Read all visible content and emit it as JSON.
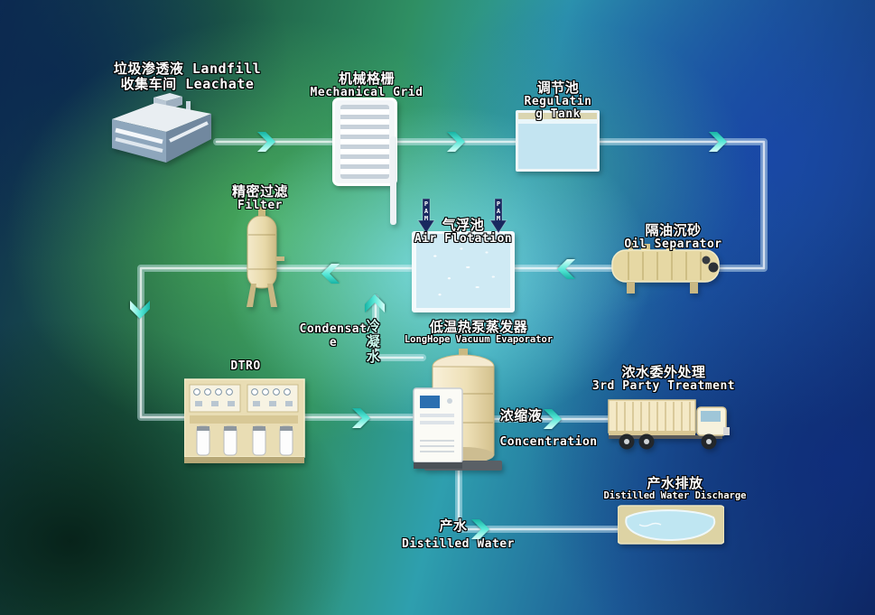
{
  "colors": {
    "arrow_teal": "#46e0cd",
    "pipe": "#d9f1fa",
    "label_text": "#ffffff",
    "pam_arrow_navy": "#18285f",
    "condensate_zh_text": "#c9f6ec",
    "equipment_beige": "#e8d9a9",
    "water_blue": "#c3e4f1"
  },
  "nodes": {
    "landfill": {
      "line1": "垃圾渗透液 Landfill",
      "line2": "收集车间 Leachate"
    },
    "mechanical_grid": {
      "line1": "机械格栅",
      "line2": "Mechanical Grid"
    },
    "regulating_tank": {
      "line1": "调节池",
      "line2": "Regulatin",
      "line3": "g Tank"
    },
    "oil_separator": {
      "line1": "隔油沉砂",
      "line2": "Oil Separator"
    },
    "air_flotation": {
      "line1": "气浮池",
      "line2": "Air Flotation"
    },
    "precision_filter": {
      "line1": "精密过滤",
      "line2": "Filter"
    },
    "dtro": {
      "line1": "DTRO"
    },
    "evaporator": {
      "line1": "低温热泵蒸发器",
      "line2": "LongHope Vacuum Evaporator"
    },
    "third_party_treatment": {
      "line1": "浓水委外处理",
      "line2": "3rd Party Treatment"
    },
    "water_discharge": {
      "line1": "产水排放",
      "line2": "Distilled Water Discharge"
    }
  },
  "streams": {
    "pam_left": "PAM",
    "pam_right": "PAM",
    "condensate_en_line1": "Condensat",
    "condensate_en_line2": "e",
    "condensate_zh": "冷凝水",
    "concentrate_zh": "浓缩液",
    "concentrate_en": "Concentration",
    "product_water_zh": "产水",
    "product_water_en": "Distilled Water"
  }
}
